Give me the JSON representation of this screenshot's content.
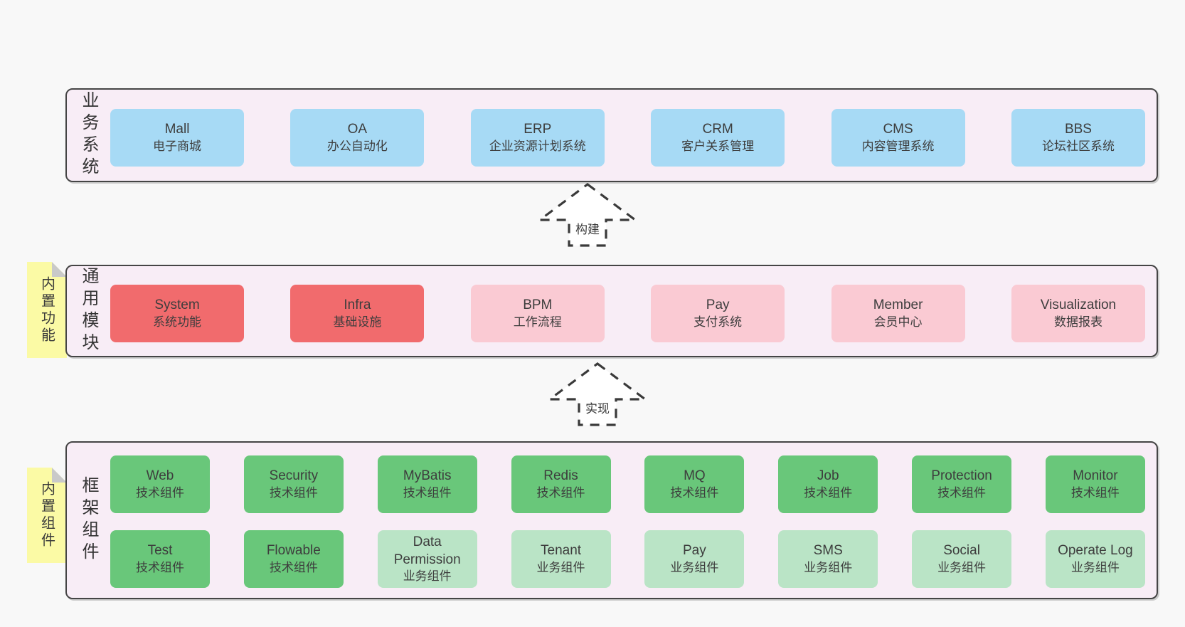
{
  "page": {
    "background": "#f8f8f8"
  },
  "colors": {
    "container_bg": "#f8edf6",
    "container_border": "#454545",
    "blue": "#a7daf5",
    "red": "#f16b6d",
    "pink": "#facad3",
    "green": "#69c77a",
    "light_green": "#bae4c6",
    "note_yellow": "#fbfaa5",
    "fold_gray": "#c9c9c9",
    "text": "#3d3d3d",
    "arrow_stroke": "#3a3a3a"
  },
  "layers": {
    "business": {
      "label": "业务系统",
      "boxes": [
        {
          "title": "Mall",
          "subtitle": "电子商城",
          "variant": "blue"
        },
        {
          "title": "OA",
          "subtitle": "办公自动化",
          "variant": "blue"
        },
        {
          "title": "ERP",
          "subtitle": "企业资源计划系统",
          "variant": "blue"
        },
        {
          "title": "CRM",
          "subtitle": "客户关系管理",
          "variant": "blue"
        },
        {
          "title": "CMS",
          "subtitle": "内容管理系统",
          "variant": "blue"
        },
        {
          "title": "BBS",
          "subtitle": "论坛社区系统",
          "variant": "blue"
        }
      ]
    },
    "modules": {
      "label": "通用模块",
      "tab": "内置功能",
      "boxes": [
        {
          "title": "System",
          "subtitle": "系统功能",
          "variant": "red"
        },
        {
          "title": "Infra",
          "subtitle": "基础设施",
          "variant": "red"
        },
        {
          "title": "BPM",
          "subtitle": "工作流程",
          "variant": "pink"
        },
        {
          "title": "Pay",
          "subtitle": "支付系统",
          "variant": "pink"
        },
        {
          "title": "Member",
          "subtitle": "会员中心",
          "variant": "pink"
        },
        {
          "title": "Visualization",
          "subtitle": "数据报表",
          "variant": "pink"
        }
      ]
    },
    "components": {
      "label": "框架组件",
      "tab": "内置组件",
      "row1": [
        {
          "title": "Web",
          "subtitle": "技术组件",
          "variant": "green"
        },
        {
          "title": "Security",
          "subtitle": "技术组件",
          "variant": "green"
        },
        {
          "title": "MyBatis",
          "subtitle": "技术组件",
          "variant": "green"
        },
        {
          "title": "Redis",
          "subtitle": "技术组件",
          "variant": "green"
        },
        {
          "title": "MQ",
          "subtitle": "技术组件",
          "variant": "green"
        },
        {
          "title": "Job",
          "subtitle": "技术组件",
          "variant": "green"
        },
        {
          "title": "Protection",
          "subtitle": "技术组件",
          "variant": "green"
        },
        {
          "title": "Monitor",
          "subtitle": "技术组件",
          "variant": "green"
        }
      ],
      "row2": [
        {
          "title": "Test",
          "subtitle": "技术组件",
          "variant": "green"
        },
        {
          "title": "Flowable",
          "subtitle": "技术组件",
          "variant": "green"
        },
        {
          "title": "Data Permission",
          "subtitle": "业务组件",
          "variant": "lgreen"
        },
        {
          "title": "Tenant",
          "subtitle": "业务组件",
          "variant": "lgreen"
        },
        {
          "title": "Pay",
          "subtitle": "业务组件",
          "variant": "lgreen"
        },
        {
          "title": "SMS",
          "subtitle": "业务组件",
          "variant": "lgreen"
        },
        {
          "title": "Social",
          "subtitle": "业务组件",
          "variant": "lgreen"
        },
        {
          "title": "Operate Log",
          "subtitle": "业务组件",
          "variant": "lgreen"
        }
      ]
    }
  },
  "arrows": [
    {
      "label": "构建"
    },
    {
      "label": "实现"
    }
  ]
}
